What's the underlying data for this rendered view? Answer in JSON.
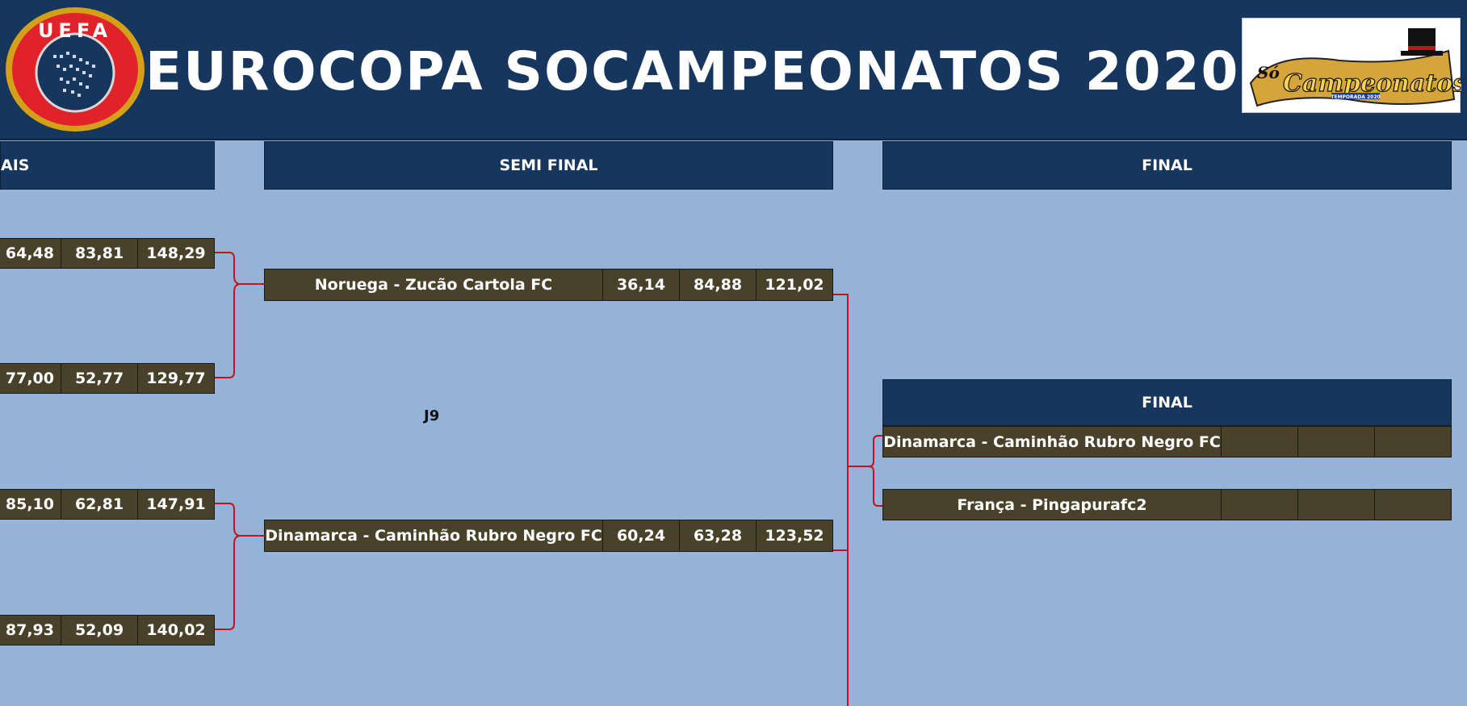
{
  "header": {
    "title": "EUROCOPA SOCAMPEONATOS  2020",
    "logo_left_text": "UEFA",
    "logo_right_text": "Só Campeonatos",
    "logo_right_sub": "TEMPORADA 2020"
  },
  "rounds": {
    "quarter_partial": "AIS",
    "semi": "SEMI FINAL",
    "final": "FINAL"
  },
  "quarter_final": [
    {
      "s1": "64,48",
      "s2": "83,81",
      "total": "148,29"
    },
    {
      "s1": "77,00",
      "s2": "52,77",
      "total": "129,77"
    },
    {
      "s1": "85,10",
      "s2": "62,81",
      "total": "147,91"
    },
    {
      "s1": "87,93",
      "s2": "52,09",
      "total": "140,02"
    }
  ],
  "semi_final": [
    {
      "team": "Noruega - Zucão Cartola FC",
      "s1": "36,14",
      "s2": "84,88",
      "total": "121,02"
    },
    {
      "team": "Dinamarca - Caminhão Rubro Negro FC",
      "s1": "60,24",
      "s2": "63,28",
      "total": "123,52"
    }
  ],
  "round_label": "J9",
  "final_box": {
    "title": "FINAL",
    "teams": [
      {
        "team": "Dinamarca - Caminhão Rubro Negro FC",
        "s1": "",
        "s2": "",
        "total": ""
      },
      {
        "team": "França - Pingapurafc2",
        "s1": "",
        "s2": "",
        "total": ""
      }
    ]
  },
  "colors": {
    "background": "#95b3d7",
    "header": "#17365d",
    "cell": "#494129",
    "connector": "#c0141c"
  },
  "icons": {
    "logo_left": "uefa-logo",
    "logo_right": "so-campeonatos-logo"
  }
}
